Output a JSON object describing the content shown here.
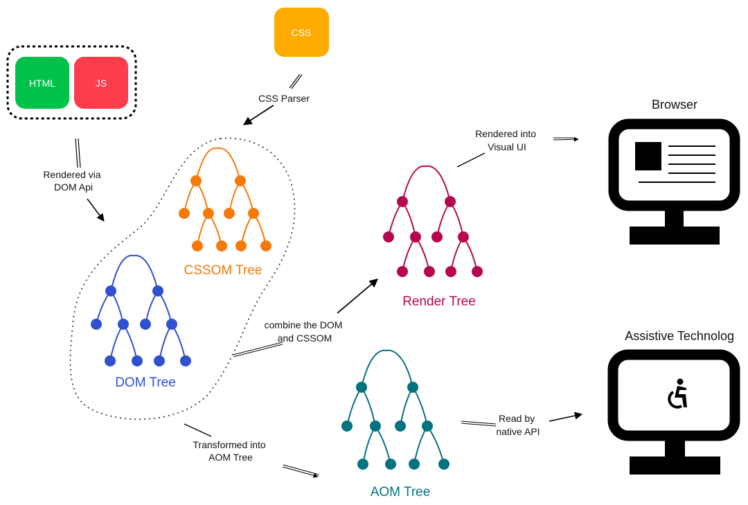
{
  "sources": {
    "html": {
      "label": "HTML",
      "color": "#00c24a"
    },
    "js": {
      "label": "JS",
      "color": "#fd3c4c"
    },
    "css": {
      "label": "CSS",
      "color": "#ffab00"
    }
  },
  "edges": {
    "rendered_via": [
      "Rendered via",
      "DOM Api"
    ],
    "css_parser": [
      "CSS Parser"
    ],
    "combine": [
      "combine the DOM",
      "and CSSOM"
    ],
    "transformed": [
      "Transformed into",
      "AOM Tree"
    ],
    "rendered_into": [
      "Rendered into",
      "Visual UI"
    ],
    "read_by": [
      "Read by",
      "native API"
    ]
  },
  "trees": {
    "dom": {
      "label": "DOM Tree",
      "color": "#3050d0"
    },
    "cssom": {
      "label": "CSSOM Tree",
      "color": "#f57a0a"
    },
    "render": {
      "label": "Render Tree",
      "color": "#b5084f"
    },
    "aom": {
      "label": "AOM Tree",
      "color": "#05727f"
    }
  },
  "devices": {
    "browser": {
      "title": "Browser",
      "icon": "browser-page-icon"
    },
    "assistive": {
      "title": "Assistive Technolog",
      "icon": "wheelchair-icon"
    }
  }
}
